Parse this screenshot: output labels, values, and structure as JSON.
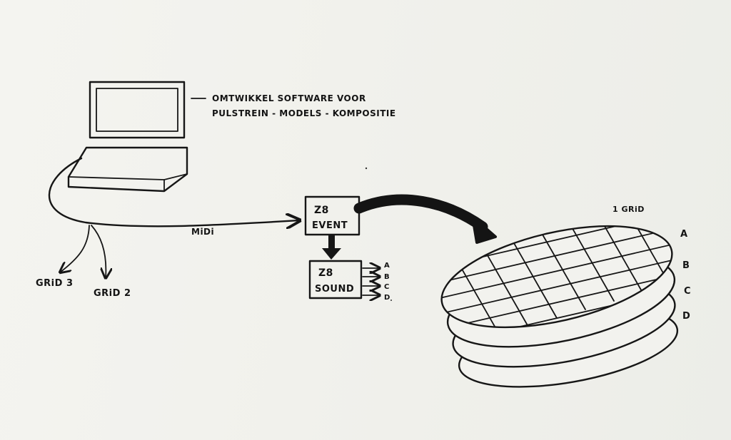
{
  "annotation": {
    "line1": "OMTWIKKEL SOFTWARE VOOR",
    "line2": "PULSTREIN - MODELS - KOMPOSITIE"
  },
  "connections": {
    "midi_label": "MiDi",
    "grid3_label": "GRiD 3",
    "grid2_label": "GRiD 2"
  },
  "event_box": {
    "line1": "Z8",
    "line2": "EVENT"
  },
  "sound_box": {
    "line1": "Z8",
    "line2": "SOUND",
    "outputs": [
      "A",
      "B",
      "C",
      "D"
    ]
  },
  "grid_stack": {
    "label": "1 GRiD",
    "layers": [
      "A",
      "B",
      "C",
      "D"
    ]
  }
}
